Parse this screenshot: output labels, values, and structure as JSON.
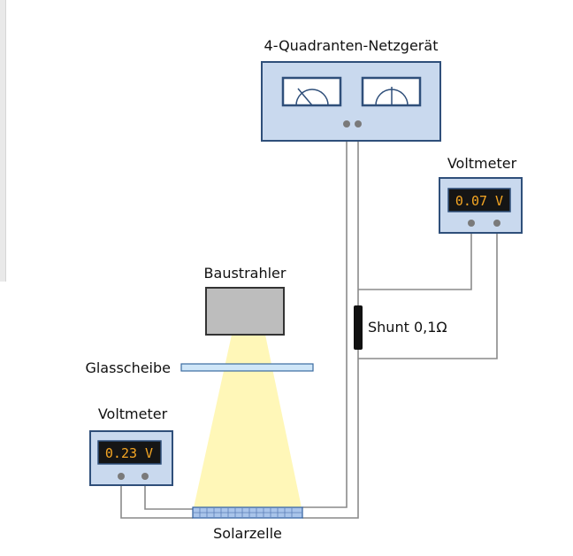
{
  "labels": {
    "power_supply": "4-Quadranten-Netzgerät",
    "voltmeter_right": "Voltmeter",
    "voltmeter_left": "Voltmeter",
    "lamp": "Baustrahler",
    "glass": "Glasscheibe",
    "shunt": "Shunt 0,1Ω",
    "solar_cell": "Solarzelle"
  },
  "readings": {
    "voltmeter_right": "0.07 V",
    "voltmeter_left": "0.23 V"
  },
  "colors": {
    "device_fill": "#c9d9ee",
    "device_stroke": "#2f4f7a",
    "lcd_bg": "#151515",
    "lcd_text": "#f5a623",
    "lamp_fill": "#bdbdbd",
    "light_beam": "#fff7b8",
    "glass_fill": "#cfe6f8",
    "wire": "#8a8a8a",
    "terminal": "#7a7a7a",
    "shunt": "#111111"
  }
}
